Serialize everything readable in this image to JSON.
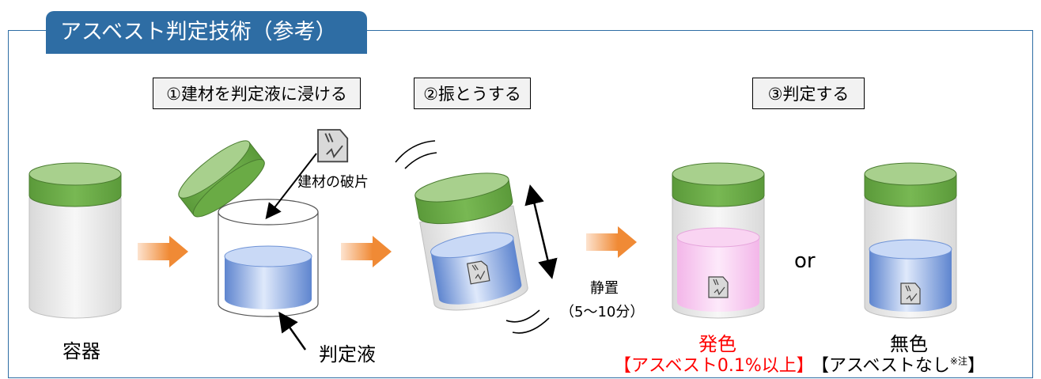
{
  "title": "アスベスト判定技術（参考）",
  "steps": {
    "step1": "①建材を判定液に浸ける",
    "step2": "②振とうする",
    "step3": "③判定する"
  },
  "labels": {
    "container": "容器",
    "fragment": "建材の破片",
    "liquid": "判定液",
    "rest": "静置",
    "rest_time": "（5～10分）",
    "or": "or",
    "colored": "発色",
    "colored_result": "【アスベスト0.1%以上】",
    "colorless": "無色",
    "colorless_result": "【アスベストなし",
    "note_mark": "※注",
    "colorless_result_close": "】"
  },
  "colors": {
    "frame": "#2e6da4",
    "lid": "#6aab45",
    "blue_liquid": "#8fb1e6",
    "pink_liquid": "#f7c8ee",
    "arrow": "#f08a35",
    "alert": "#ff0000"
  }
}
